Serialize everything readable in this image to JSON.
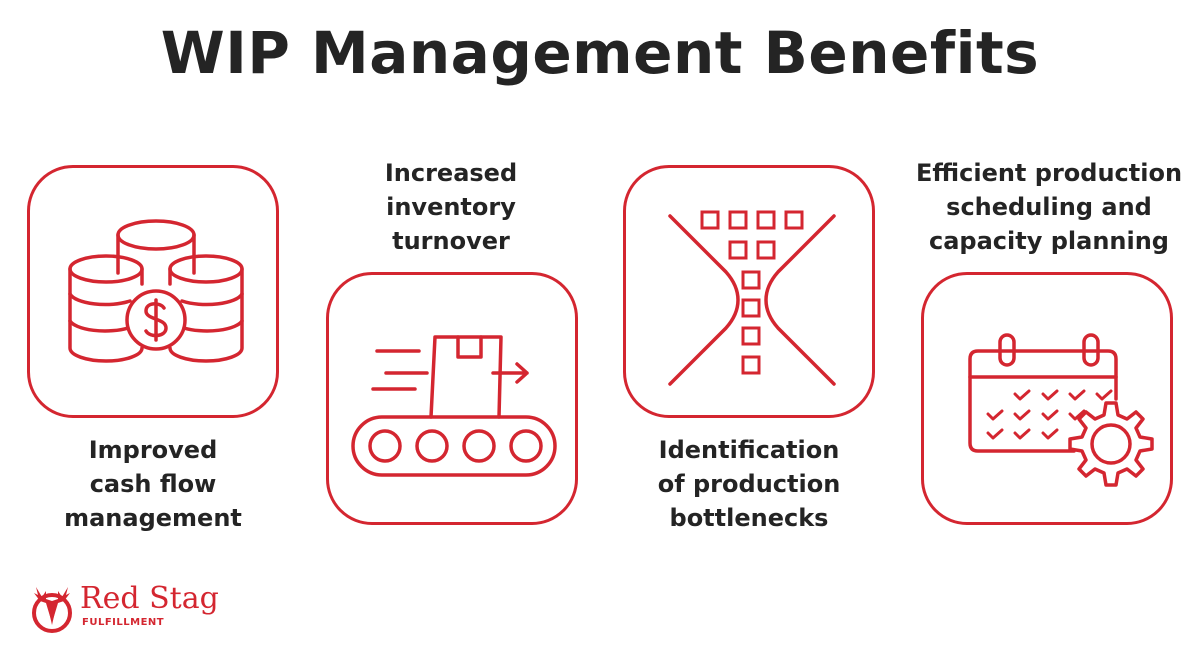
{
  "title": "WIP Management Benefits",
  "colors": {
    "accent": "#d42630",
    "text": "#242424",
    "background": "#ffffff"
  },
  "benefits": [
    {
      "label": "Improved cash flow management",
      "lines": [
        "Improved",
        "cash flow",
        "management"
      ],
      "icon": "coins-dollar-icon"
    },
    {
      "label": "Increased inventory turnover",
      "lines": [
        "Increased",
        "inventory",
        "turnover"
      ],
      "icon": "conveyor-belt-box-icon"
    },
    {
      "label": "Identification of production bottlenecks",
      "lines": [
        "Identification",
        "of production",
        "bottlenecks"
      ],
      "icon": "bottleneck-funnel-icon"
    },
    {
      "label": "Efficient production scheduling and capacity planning",
      "lines": [
        "Efficient production",
        "scheduling and",
        "capacity planning"
      ],
      "icon": "calendar-gear-icon"
    }
  ],
  "logo": {
    "name": "Red Stag",
    "sub": "FULFILLMENT",
    "icon": "stag-head-icon"
  }
}
